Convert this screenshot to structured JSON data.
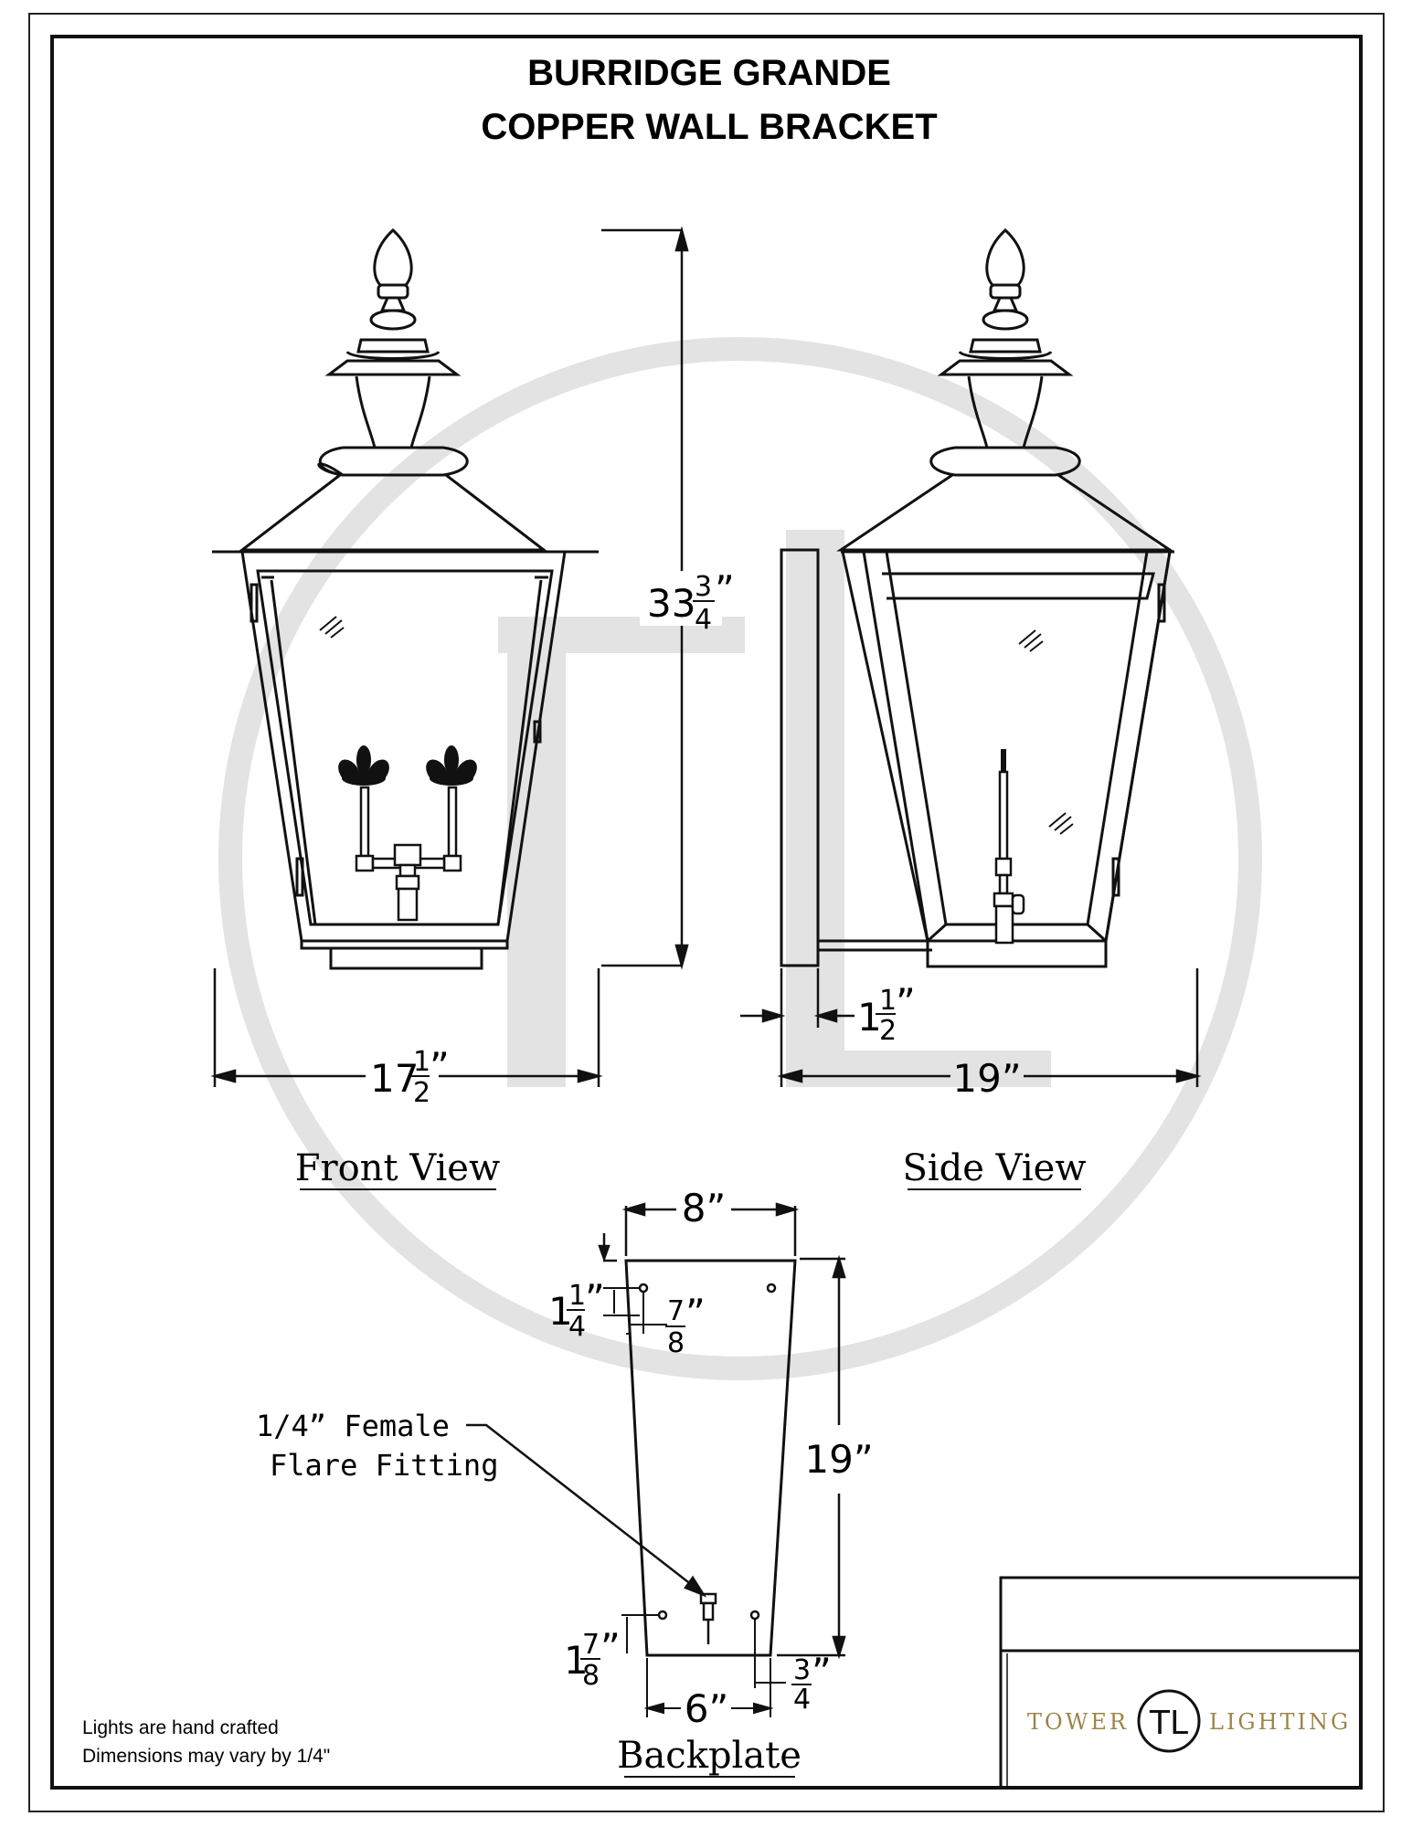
{
  "title": {
    "line1": "BURRIDGE GRANDE",
    "line2": "COPPER WALL BRACKET"
  },
  "views": {
    "front": "Front View",
    "side": "Side View",
    "backplate": "Backplate"
  },
  "dimensions": {
    "height_whole": "33",
    "height_num": "3",
    "height_den": "4",
    "front_width_whole": "17",
    "front_width_num": "1",
    "front_width_den": "2",
    "side_offset_whole": "1",
    "side_offset_num": "1",
    "side_offset_den": "2",
    "side_depth": "19”",
    "backplate_top": "8”",
    "backplate_height": "19”",
    "backplate_bottom": "6”",
    "hole_top_whole": "1",
    "hole_top_num": "1",
    "hole_top_den": "4",
    "hole_side_num": "7",
    "hole_side_den": "8",
    "hole_bottom_whole": "1",
    "hole_bottom_num": "7",
    "hole_bottom_den": "8",
    "hole_bottom_side_num": "3",
    "hole_bottom_side_den": "4",
    "inch_mark": "”"
  },
  "callout": {
    "line1": "1/4” Female",
    "line2": "Flare Fitting"
  },
  "notes": {
    "line1": "Lights are hand crafted",
    "line2": "Dimensions may vary by 1/4\""
  },
  "brand": {
    "left": "TOWER",
    "monogram": "TL",
    "right": "LIGHTING",
    "color": "#9b8548"
  },
  "watermark_color": "#e3e3e3"
}
